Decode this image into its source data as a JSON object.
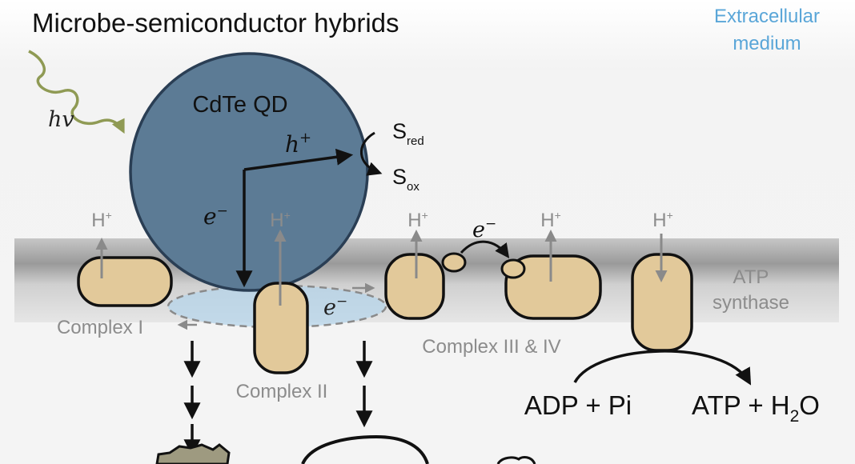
{
  "title": "Microbe-semiconductor hybrids",
  "region_label_line1": "Extracellular",
  "region_label_line2": "medium",
  "photon": "hv",
  "qd_label": "CdTe QD",
  "hole": {
    "symbol": "h",
    "charge": "+"
  },
  "electron_qd": {
    "symbol": "e",
    "charge": "−"
  },
  "electron_pool": {
    "symbol": "e",
    "charge": "−"
  },
  "electron_transfer": {
    "symbol": "e",
    "charge": "−"
  },
  "s_red": {
    "base": "S",
    "sub": "red"
  },
  "s_ox": {
    "base": "S",
    "sub": "ox"
  },
  "proton": {
    "base": "H",
    "sup": "+"
  },
  "complex_1": "Complex I",
  "complex_2": "Complex II",
  "complex_34": "Complex III & IV",
  "atp_synthase_line1": "ATP",
  "atp_synthase_line2": "synthase",
  "reaction_left": "ADP + Pi",
  "reaction_right": {
    "prefix": "ATP + H",
    "sub": "2",
    "suffix": "O"
  },
  "colors": {
    "qd_fill": "#5c7b95",
    "protein_fill": "#e2c99a",
    "membrane": "#9a9a9a",
    "pool_fill": "#b6d4ea",
    "photon_arrow": "#8f9a54",
    "accent_label": "#5aa6d8",
    "gray_label": "#8c8c8c"
  }
}
